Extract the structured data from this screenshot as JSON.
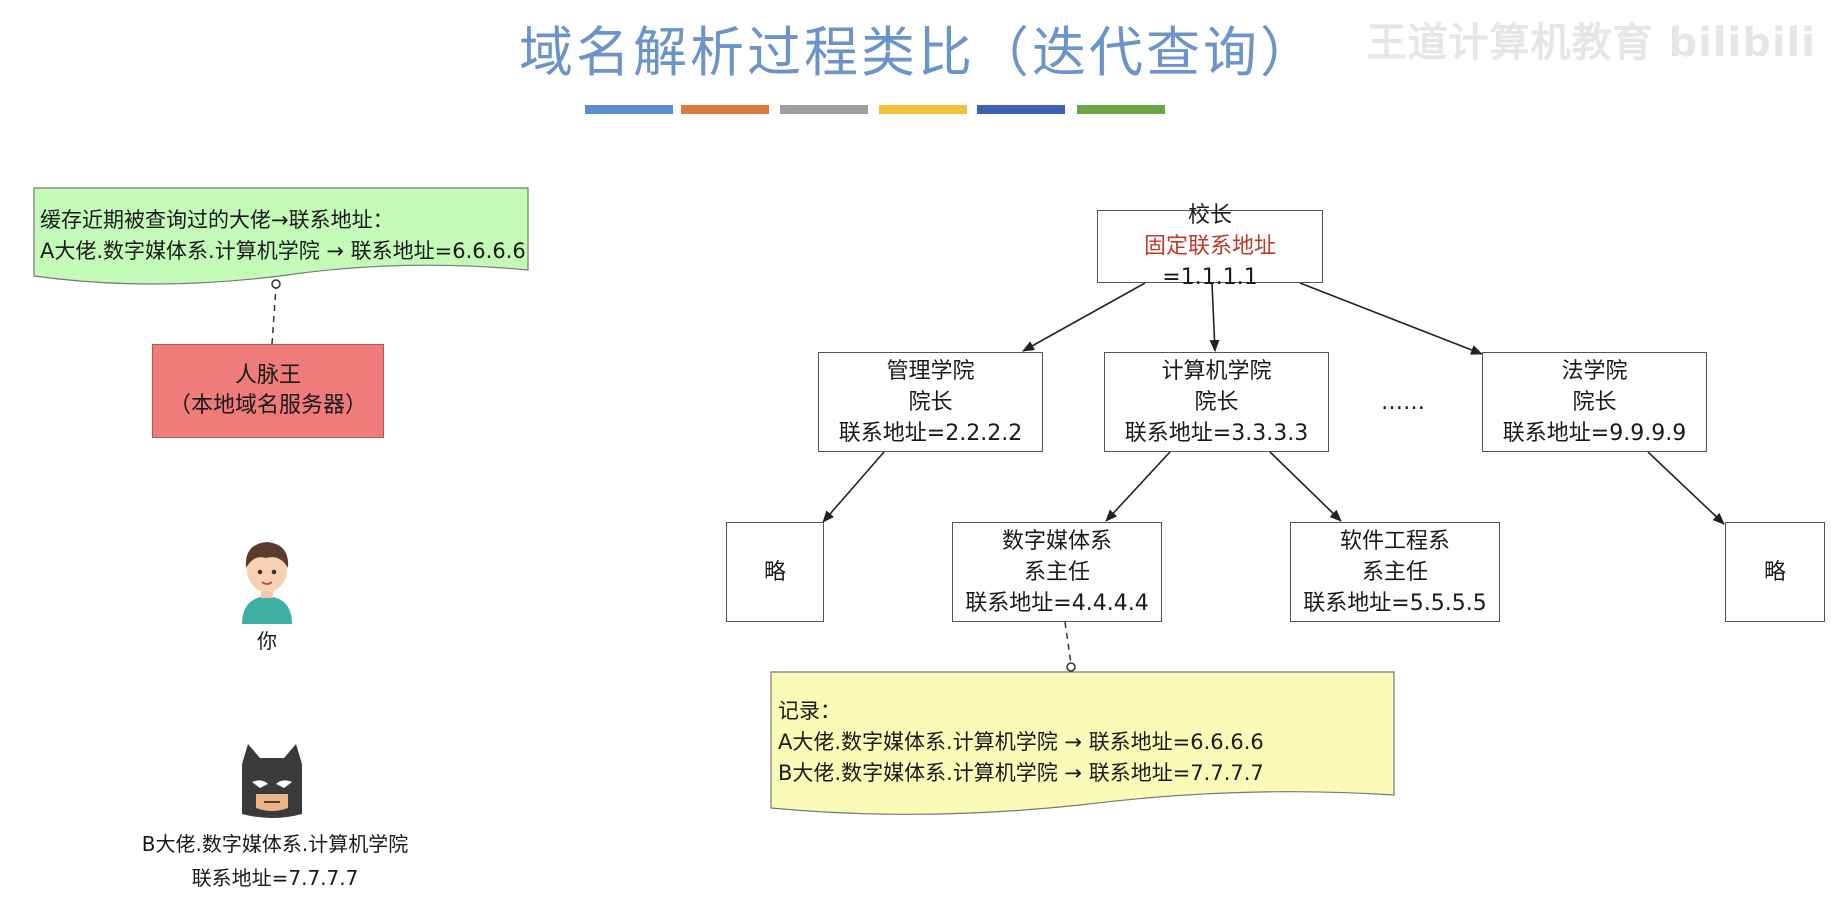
{
  "title": "域名解析过程类比（迭代查询）",
  "watermark": "王道计算机教育 bilibili",
  "accent_colors": [
    "#5b8fd0",
    "#e07a3a",
    "#9e9e9e",
    "#f2c13b",
    "#3e63b2",
    "#6ba845"
  ],
  "cache_note": {
    "line1": "缓存近期被查询过的大佬→联系地址：",
    "line2": "A大佬.数字媒体系.计算机学院 → 联系地址=6.6.6.6",
    "fill": "#c4fbb8"
  },
  "local_server": {
    "name": "人脉王",
    "sub": "（本地域名服务器）",
    "fill": "#ef7b7b"
  },
  "you": {
    "icon": "boy-avatar-icon",
    "label": "你"
  },
  "b_person": {
    "icon": "batman-mask-icon",
    "line1": "B大佬.数字媒体系.计算机学院",
    "line2": "联系地址=7.7.7.7"
  },
  "root": {
    "title": "校长",
    "addr_label": "固定联系地址",
    "addr_value": "=1.1.1.1"
  },
  "colleges": [
    {
      "title": "管理学院",
      "role": "院长",
      "addr": "联系地址=2.2.2.2"
    },
    {
      "title": "计算机学院",
      "role": "院长",
      "addr": "联系地址=3.3.3.3"
    },
    {
      "title": "法学院",
      "role": "院长",
      "addr": "联系地址=9.9.9.9"
    }
  ],
  "ellipsis": "……",
  "departments": [
    {
      "title": "数字媒体系",
      "role": "系主任",
      "addr": "联系地址=4.4.4.4"
    },
    {
      "title": "软件工程系",
      "role": "系主任",
      "addr": "联系地址=5.5.5.5"
    }
  ],
  "omitted": [
    "略",
    "略"
  ],
  "record_note": {
    "line1": "记录：",
    "line2": "A大佬.数字媒体系.计算机学院 → 联系地址=6.6.6.6",
    "line3": "B大佬.数字媒体系.计算机学院 → 联系地址=7.7.7.7",
    "fill": "#fbfbb8"
  }
}
